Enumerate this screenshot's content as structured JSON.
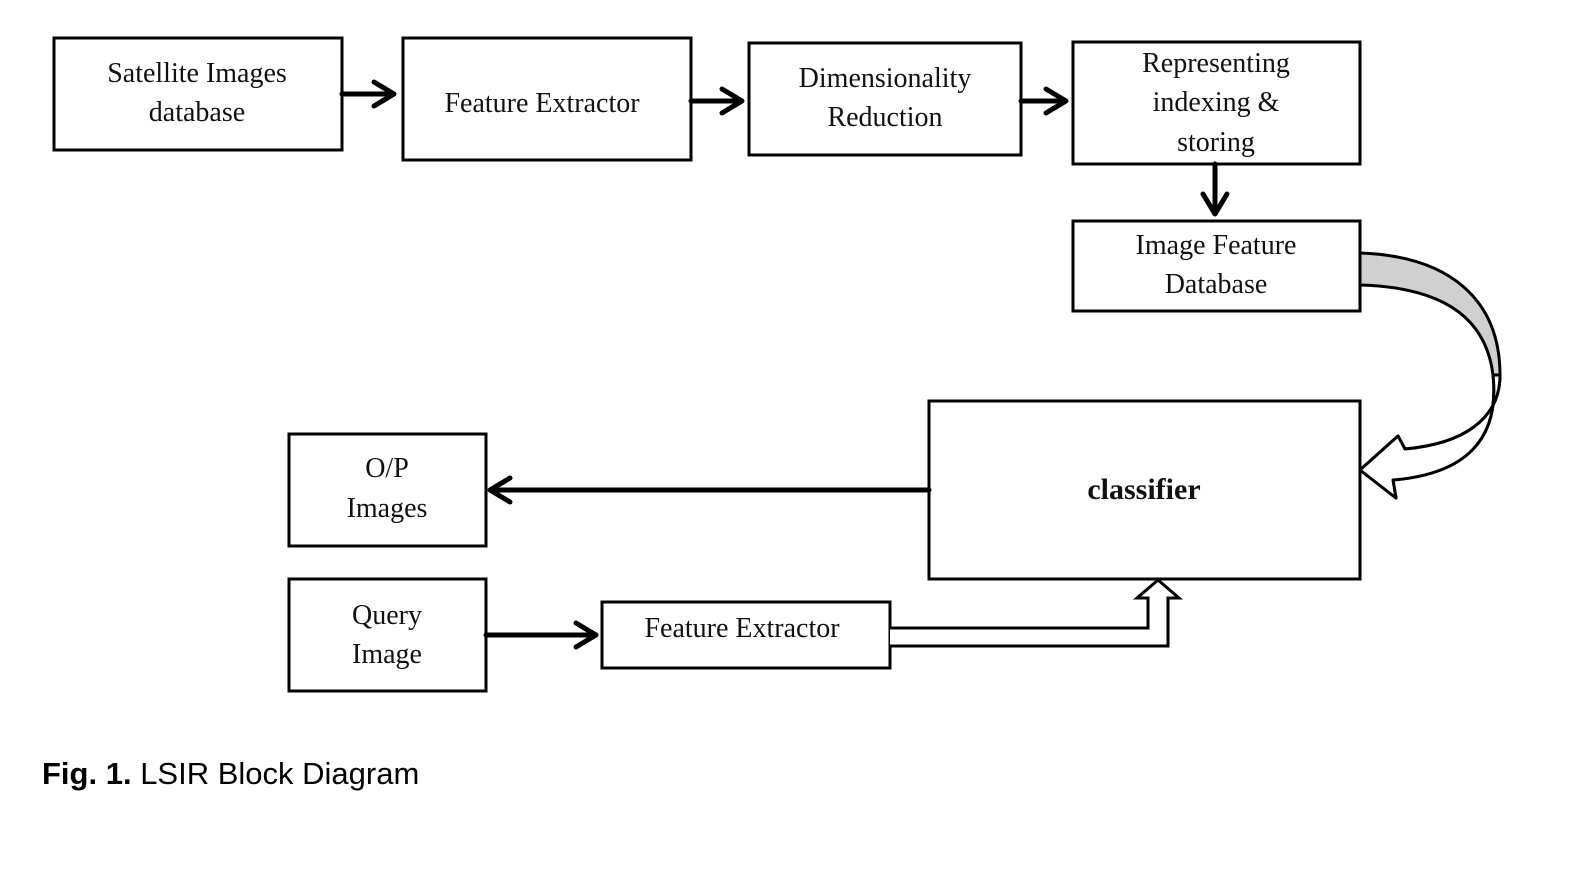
{
  "boxes": {
    "satellite_db": [
      "Satellite Images",
      "database"
    ],
    "feature_extractor_top": [
      "Feature Extractor"
    ],
    "dim_reduction": [
      "Dimensionality",
      "Reduction"
    ],
    "represent_index": [
      "Representing",
      "indexing &",
      "storing"
    ],
    "image_feature_db": [
      "Image Feature",
      "Database"
    ],
    "classifier": [
      "classifier"
    ],
    "op_images": [
      "O/P",
      "Images"
    ],
    "query_image": [
      "Query",
      "Image"
    ],
    "feature_extractor_bottom": [
      "Feature Extractor"
    ]
  },
  "caption": {
    "label": "Fig. 1.",
    "text": " LSIR Block Diagram"
  }
}
